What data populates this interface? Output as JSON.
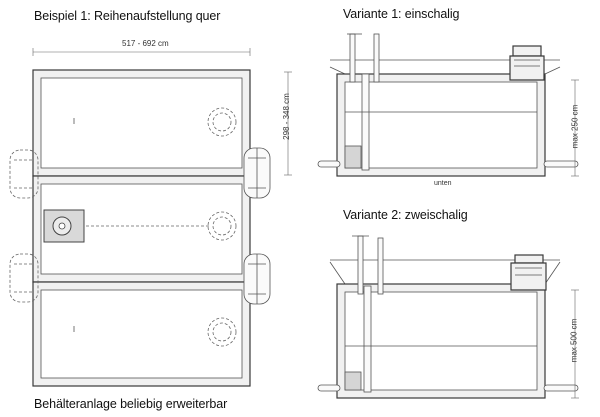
{
  "left": {
    "title": "Beispiel 1: Reihenaufstellung quer",
    "width_dim": "517 - 692 cm",
    "depth_dim": "298 - 348 cm",
    "footer": "Behälteranlage beliebig erweiterbar"
  },
  "variant1": {
    "title": "Variante 1: einschalig",
    "height_dim": "max 250 cm",
    "bottom_label": "unten"
  },
  "variant2": {
    "title": "Variante 2: zweischalig",
    "height_dim": "max 500 cm"
  }
}
